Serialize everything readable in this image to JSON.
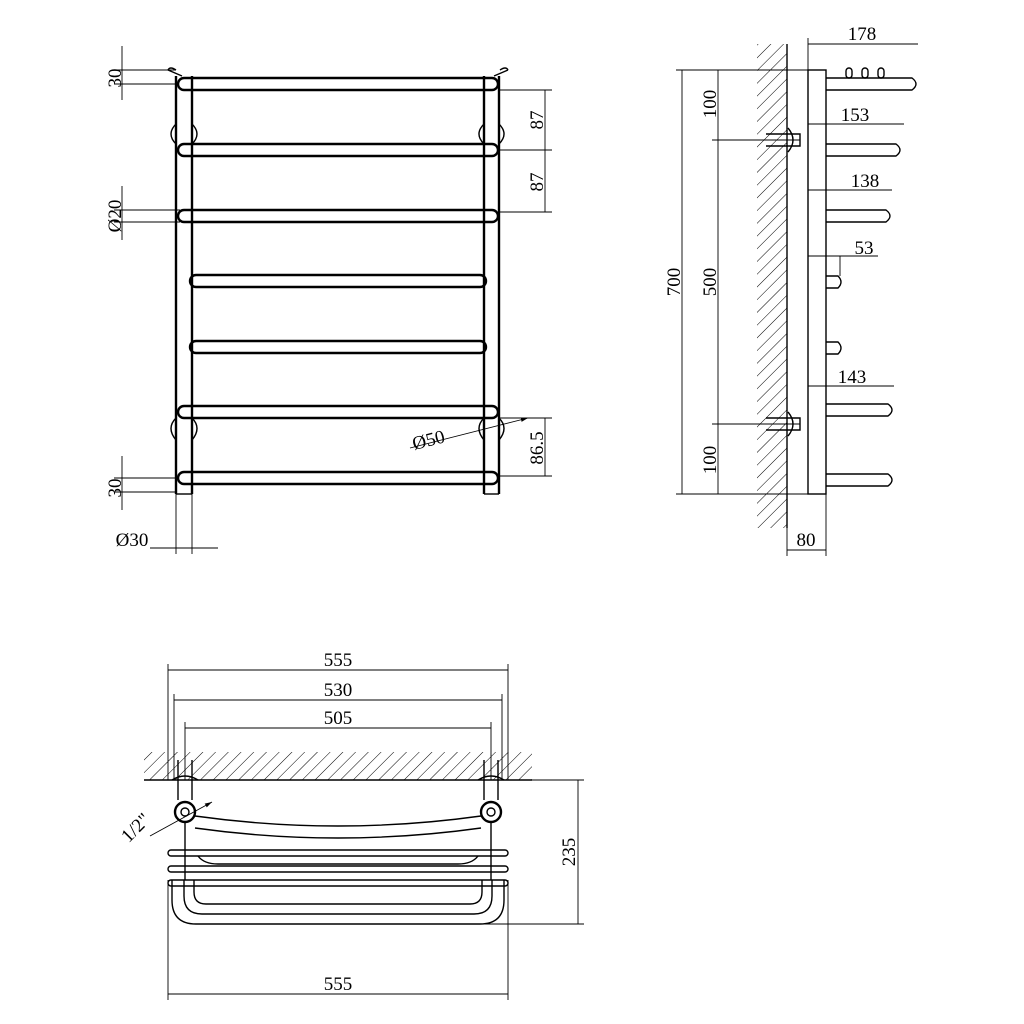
{
  "front_view": {
    "dim_top_offset": "30",
    "dim_pitch_1": "87",
    "dim_pitch_2": "87",
    "dim_rung_diameter": "Ø20",
    "dim_flange_diameter": "Ø50",
    "dim_bottom_pitch": "86.5",
    "dim_bottom_offset": "30",
    "dim_post_diameter": "Ø30"
  },
  "side_view": {
    "dim_overall_depth": "178",
    "dim_height_total": "700",
    "dim_top_to_inlet": "100",
    "dim_center_distance": "500",
    "dim_bottom_to_outlet": "100",
    "dim_rung_depth_1": "153",
    "dim_rung_depth_2": "138",
    "dim_rung_depth_3": "53",
    "dim_rung_depth_4": "143",
    "dim_wall_offset": "80"
  },
  "top_view": {
    "dim_overall_width_top": "555",
    "dim_width_mid": "530",
    "dim_center_width": "505",
    "dim_thread": "1/2\"",
    "dim_depth": "235",
    "dim_overall_width_bottom": "555"
  }
}
